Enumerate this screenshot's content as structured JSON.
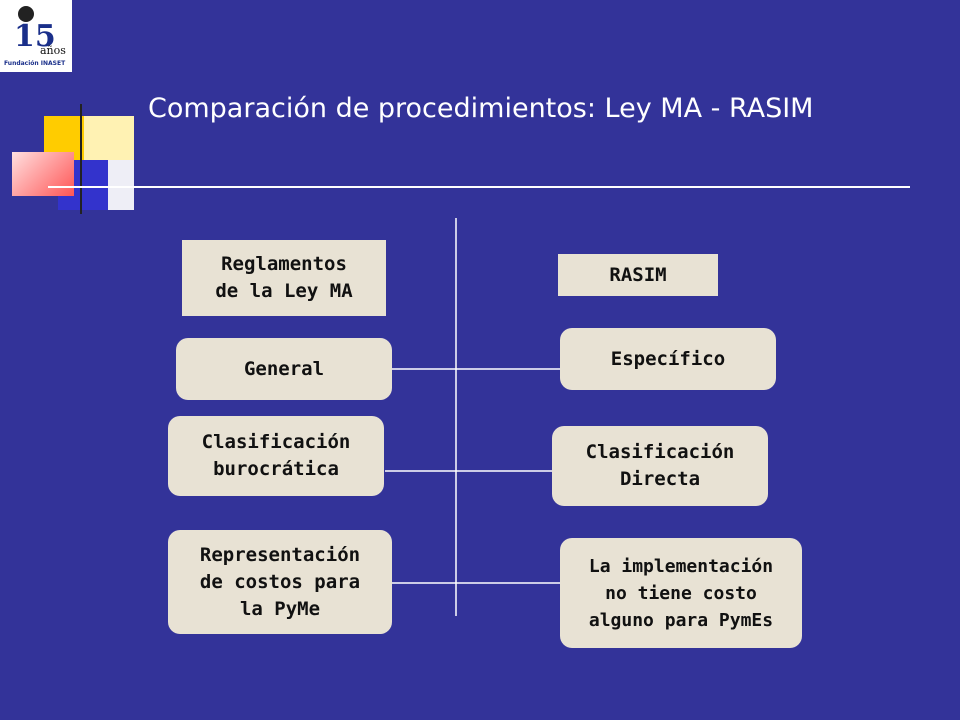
{
  "logo": {
    "number": "15",
    "years": "años",
    "org": "Fundación INASET"
  },
  "title": "Comparación de procedimientos: Ley MA - RASIM",
  "left_header": "Reglamentos\nde la Ley MA",
  "right_header": "RASIM",
  "rows": [
    {
      "left": "General",
      "right": "Específico"
    },
    {
      "left": "Clasificación\nburocrática",
      "right": "Clasificación\nDirecta"
    },
    {
      "left": "Representación\nde costos para\nla PyMe",
      "right": "La implementación\nno tiene costo\nalguno para PymEs"
    }
  ],
  "colors": {
    "background": "#333399",
    "box_fill": "#e8e2d4",
    "line": "#ffffff"
  }
}
